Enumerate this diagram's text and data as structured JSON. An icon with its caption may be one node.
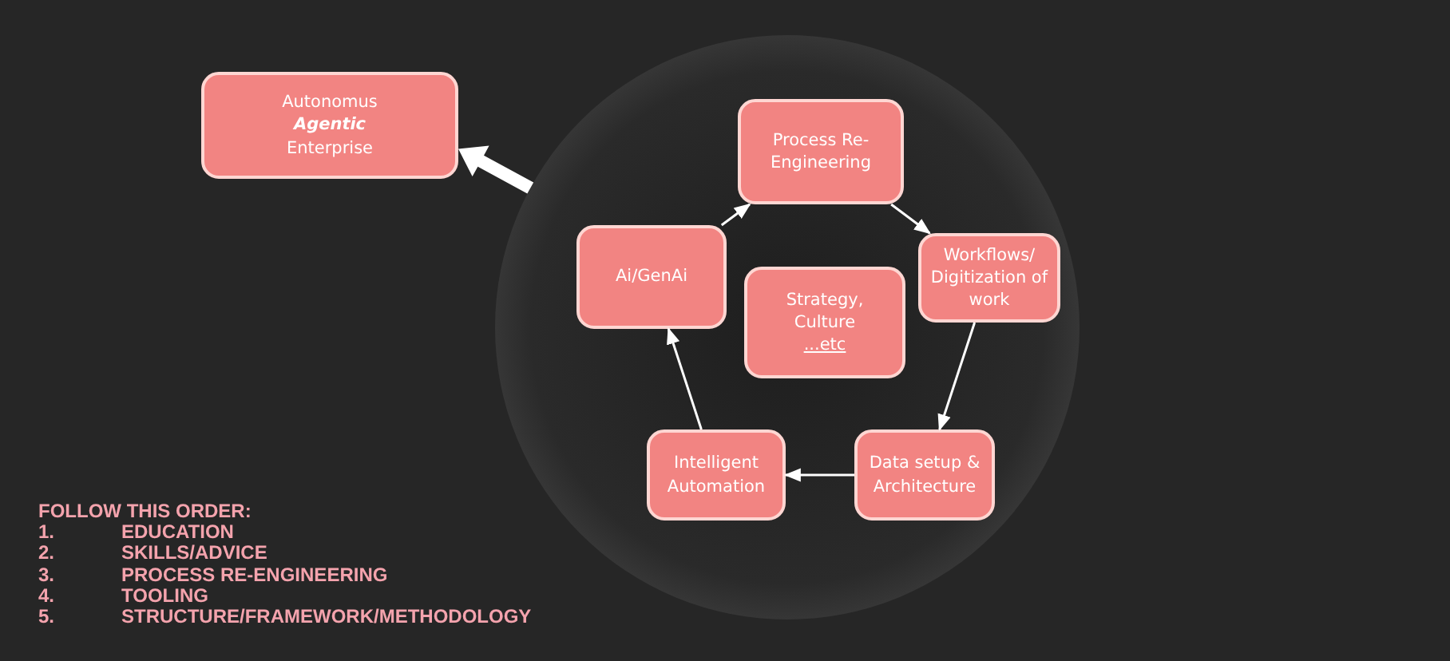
{
  "diagram": {
    "nodes": [
      {
        "text": [
          "Autonomus *Agentic* Enterprise"
        ]
      },
      {
        "text": [],
        "shape": "circle"
      },
      {
        "text": [
          "Process Re-Engineering"
        ],
        "in": 1
      },
      {
        "text": [
          "Ai/GenAi"
        ],
        "in": 1
      },
      {
        "text": [
          "Strategy, Culture",
          "...etc"
        ],
        "in": 1
      },
      {
        "text": [
          "Workflows/ Digitization of work"
        ],
        "in": 1
      },
      {
        "text": [
          "Intelligent Automation"
        ],
        "in": 1
      },
      {
        "text": [
          "Data setup & Architecture"
        ],
        "in": 1
      }
    ],
    "edges": [
      {
        "from": 1,
        "to": 0,
        "arrow": "to",
        "style": "thick"
      },
      {
        "from": 3,
        "to": 2,
        "arrow": "to"
      },
      {
        "from": 2,
        "to": 5,
        "arrow": "to"
      },
      {
        "from": 5,
        "to": 7,
        "arrow": "to"
      },
      {
        "from": 7,
        "to": 6,
        "arrow": "to"
      },
      {
        "from": 6,
        "to": 3,
        "arrow": "to"
      }
    ],
    "labels": [
      "FOLLOW THIS ORDER:",
      "1.",
      "EDUCATION",
      "2.",
      "SKILLS/ADVICE",
      "3.",
      "PROCESS RE-ENGINEERING",
      "4.",
      "TOOLING",
      "5.",
      "STRUCTURE/FRAMEWORK/METHODOLOGY"
    ]
  }
}
